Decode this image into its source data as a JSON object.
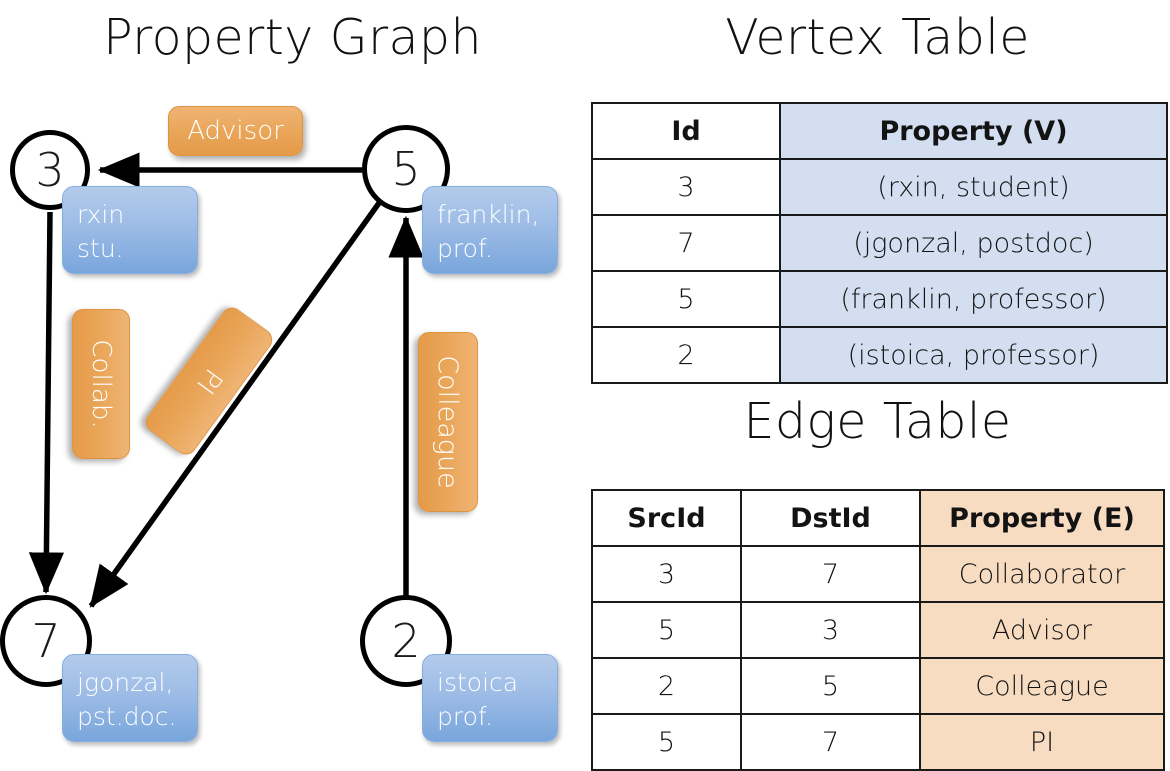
{
  "titles": {
    "graph": "Property Graph",
    "vertex": "Vertex Table",
    "edge": "Edge Table"
  },
  "graph": {
    "nodes": [
      {
        "id": "3",
        "label": "3",
        "property_line1": "rxin",
        "property_line2": "stu."
      },
      {
        "id": "5",
        "label": "5",
        "property_line1": "franklin,",
        "property_line2": "prof."
      },
      {
        "id": "7",
        "label": "7",
        "property_line1": "jgonzal,",
        "property_line2": "pst.doc."
      },
      {
        "id": "2",
        "label": "2",
        "property_line1": "istoica",
        "property_line2": "prof."
      }
    ],
    "edges": [
      {
        "from": "5",
        "to": "3",
        "label": "Advisor"
      },
      {
        "from": "3",
        "to": "7",
        "label": "Collab."
      },
      {
        "from": "5",
        "to": "7",
        "label": "PI"
      },
      {
        "from": "2",
        "to": "5",
        "label": "Colleague"
      }
    ]
  },
  "vertex_table": {
    "headers": [
      "Id",
      "Property (V)"
    ],
    "rows": [
      {
        "id": "3",
        "property": "(rxin, student)"
      },
      {
        "id": "7",
        "property": "(jgonzal, postdoc)"
      },
      {
        "id": "5",
        "property": "(franklin, professor)"
      },
      {
        "id": "2",
        "property": "(istoica, professor)"
      }
    ]
  },
  "edge_table": {
    "headers": [
      "SrcId",
      "DstId",
      "Property (E)"
    ],
    "rows": [
      {
        "src": "3",
        "dst": "7",
        "property": "Collaborator"
      },
      {
        "src": "5",
        "dst": "3",
        "property": "Advisor"
      },
      {
        "src": "2",
        "dst": "5",
        "property": "Colleague"
      },
      {
        "src": "5",
        "dst": "7",
        "property": "PI"
      }
    ]
  },
  "colors": {
    "vertex_property_fill": "#d3dff1",
    "edge_property_fill": "#f7dcc2",
    "node_box_blue": "#9dbce6",
    "edge_label_orange": "#e9a558",
    "stroke": "#000000"
  }
}
